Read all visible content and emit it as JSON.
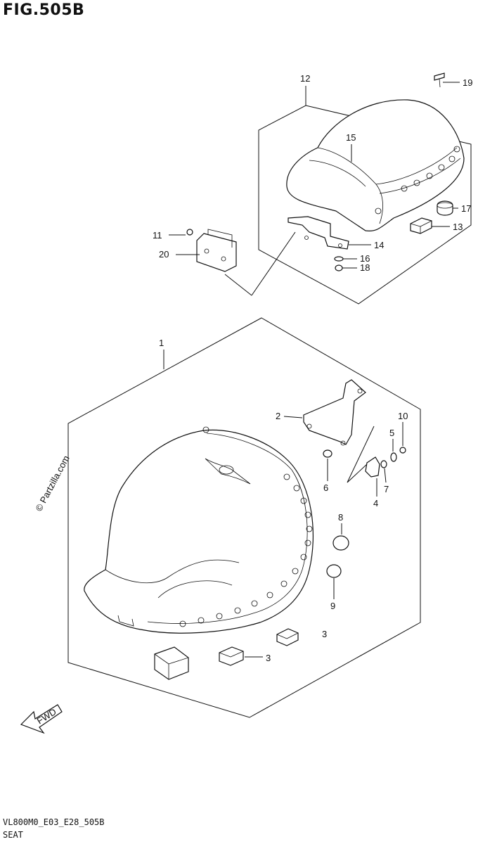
{
  "figure": {
    "title": "FIG.505B",
    "code": "VL800M0_E03_E28_505B",
    "name": "SEAT",
    "watermark": "© Partzilla.com",
    "fwd_label": "FWD"
  },
  "callouts": {
    "p1": "1",
    "p2": "2",
    "p3a": "3",
    "p3b": "3",
    "p4": "4",
    "p5": "5",
    "p6": "6",
    "p7": "7",
    "p8": "8",
    "p9": "9",
    "p10": "10",
    "p11": "11",
    "p12": "12",
    "p13": "13",
    "p14": "14",
    "p15": "15",
    "p16": "16",
    "p17": "17",
    "p18": "18",
    "p19": "19",
    "p20": "20"
  }
}
